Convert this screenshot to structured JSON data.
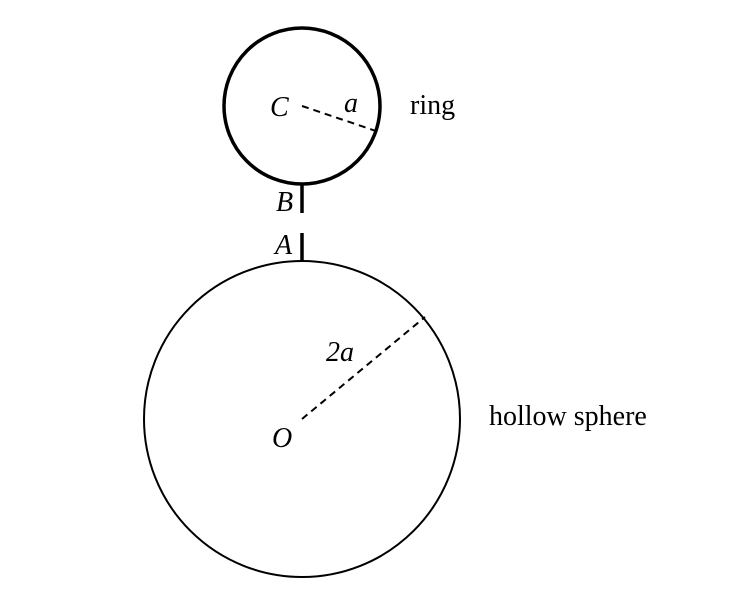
{
  "labels": {
    "ring": "ring",
    "sphere": "hollow sphere",
    "center_ring": "C",
    "center_sphere": "O",
    "radius_ring": "a",
    "radius_sphere": "2a",
    "point_b": "B",
    "point_a": "A"
  },
  "colors": {
    "stroke": "#000000",
    "background": "#ffffff"
  }
}
